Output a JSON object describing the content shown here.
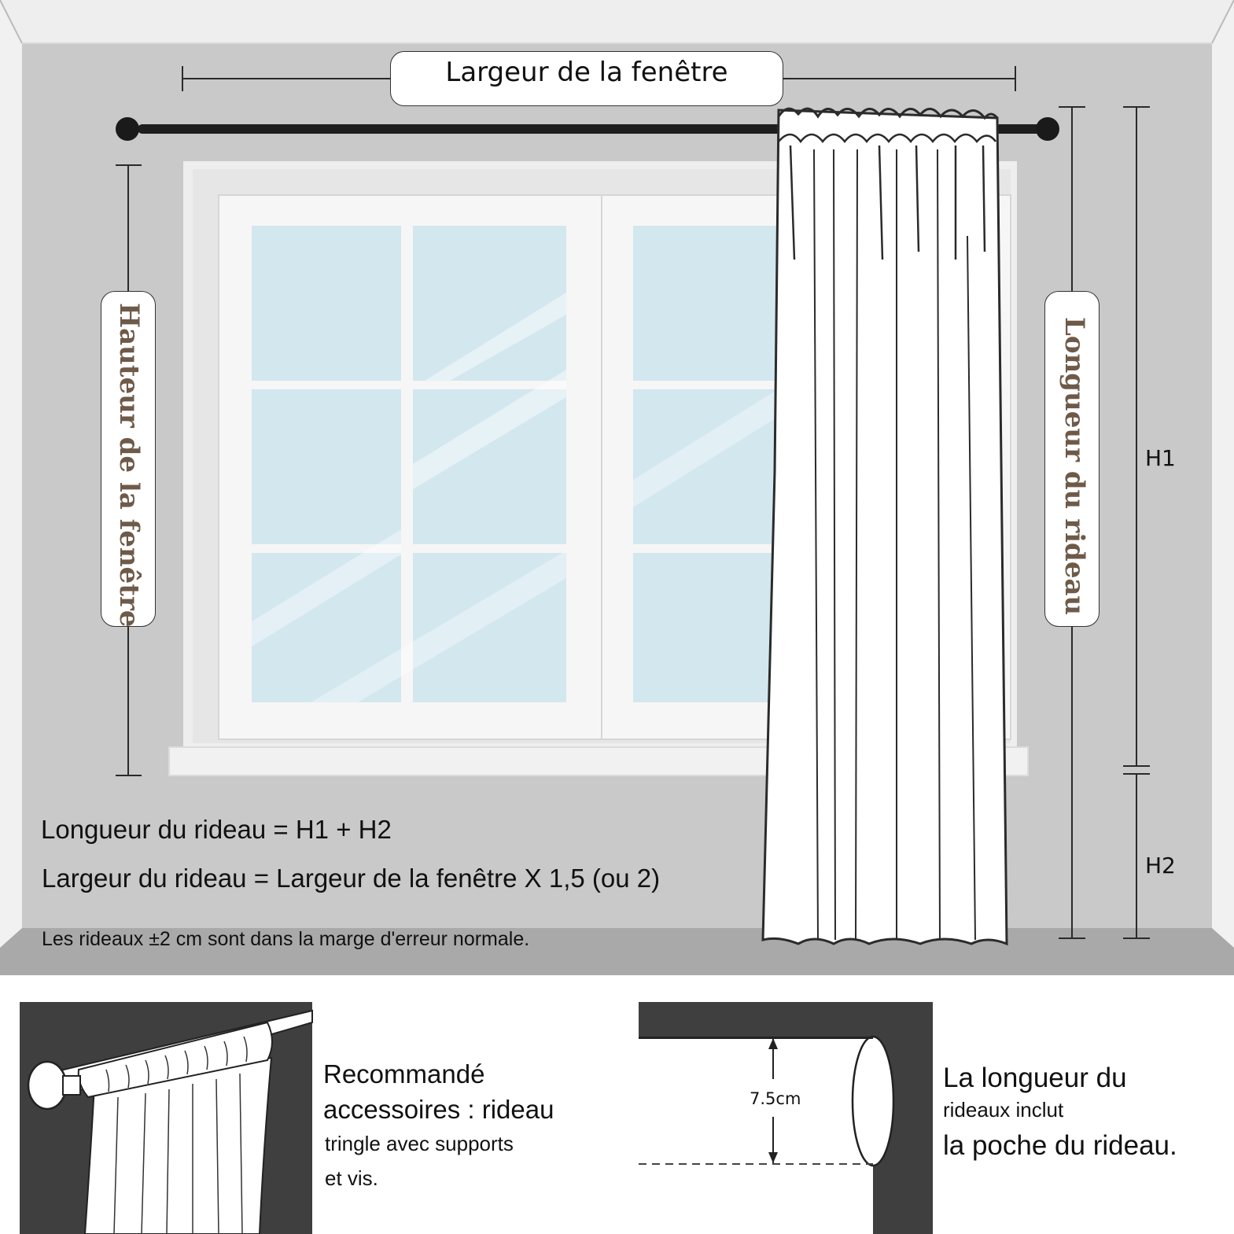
{
  "labels": {
    "window_width": "Largeur de la fenêtre",
    "window_height": "Hauteur de la fenêtre",
    "curtain_length": "Longueur du rideau",
    "h1": "H1",
    "h2": "H2"
  },
  "formulas": {
    "length": "Longueur du rideau = H1 + H2",
    "width": "Largeur du rideau = Largeur de la fenêtre X 1,5 (ou 2)",
    "tolerance": "Les rideaux ±2 cm sont dans la marge d'erreur normale."
  },
  "bottom": {
    "recommend_line1": "Recommandé",
    "recommend_line2": "accessoires : rideau",
    "recommend_line3": "tringle avec supports",
    "recommend_line4": "et vis.",
    "pocket_measure": "7.5cm",
    "length_line1": "La longueur du",
    "length_line2": "rideaux inclut",
    "length_line3": "la poche du rideau."
  },
  "colors": {
    "wall": "#c9c9c9",
    "floor": "#a9a9a9",
    "glass": "#d3e7ef",
    "vertical_label": "#6e5a48",
    "panel_dark": "#3f3f3f"
  }
}
